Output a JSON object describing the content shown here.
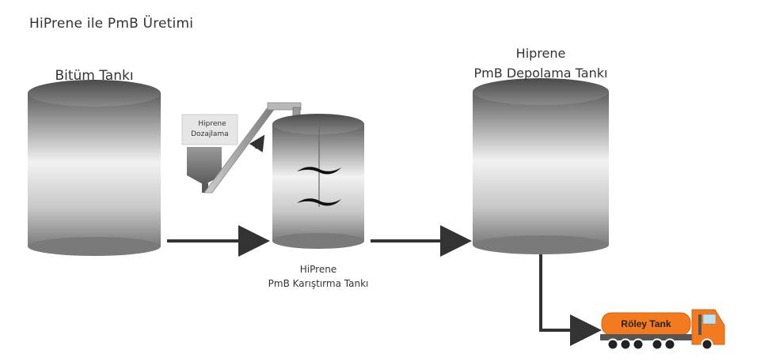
{
  "title": "HiPrene ile PmB Üretimi",
  "labels": {
    "bitum_tank": "Bitüm Tankı",
    "dosing_line1": "Hiprene",
    "dosing_line2": "Dozajlama",
    "mixer_line1": "HiPrene",
    "mixer_line2": "PmB Karıştırma Tankı",
    "storage_line1": "Hiprene",
    "storage_line2": "PmB Depolama Tankı",
    "truck": "Röley Tank"
  },
  "colors": {
    "tank_dark": "#5e5e5e",
    "tank_light": "#f2f2f2",
    "arrow": "#333333",
    "truck_orange": "#f47a20",
    "pipe": "#8a8a8a"
  }
}
